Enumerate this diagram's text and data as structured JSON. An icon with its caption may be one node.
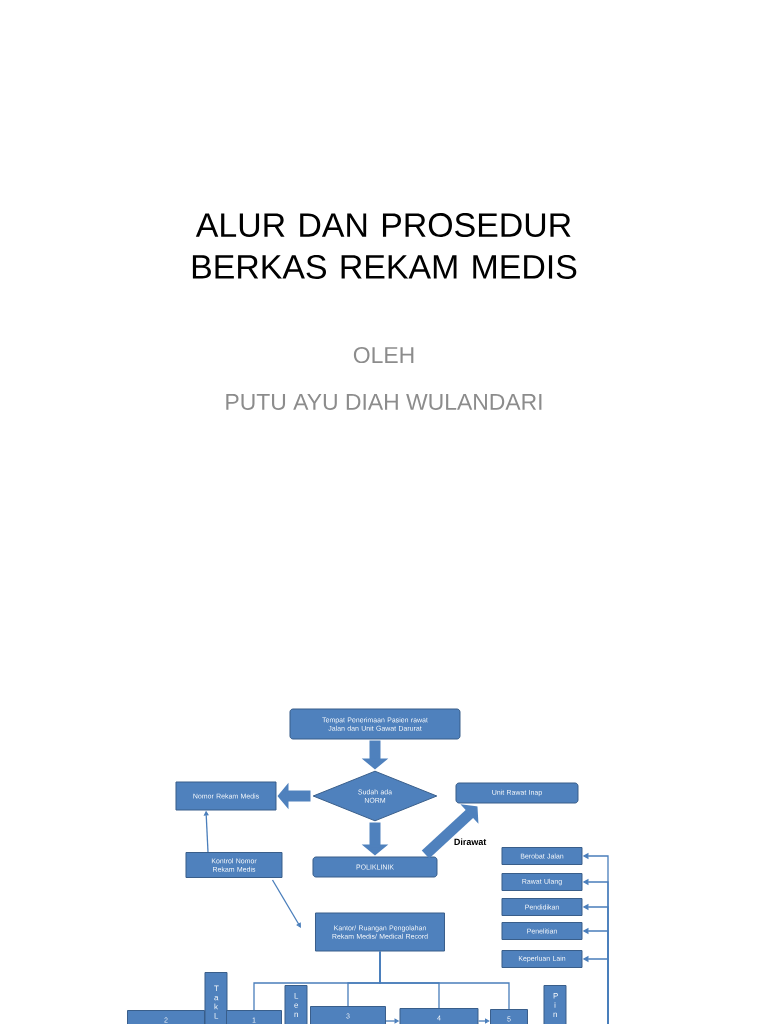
{
  "diagram": {
    "title": "ALUR DAN PROSEDUR BERKAS REKAM MEDIS",
    "nodes": [
      {
        "text": [
          "Tempat Penerimaan Pasien rawat Jalan dan Unit Gawat Darurat"
        ]
      },
      {
        "text": [
          "Sudah ada NORM"
        ]
      },
      {
        "text": [
          "Nomor Rekam Medis"
        ]
      },
      {
        "text": [
          "Unit Rawat Inap"
        ]
      },
      {
        "text": [
          "POLIKLINIK"
        ]
      },
      {
        "text": [
          "Kontrol Nomor Rekam Medis"
        ]
      },
      {
        "text": [
          "Kantor/ Ruangan Pengolahan Rekam Medis/ Medical Record"
        ]
      },
      {
        "text": [
          "Berobat Jalan"
        ]
      },
      {
        "text": [
          "Rawat Ulang"
        ]
      },
      {
        "text": [
          "Pendidikan"
        ]
      },
      {
        "text": [
          "Penelitian"
        ]
      },
      {
        "text": [
          "Keperluan Lain"
        ]
      },
      {
        "text": [
          "2"
        ]
      },
      {
        "text": [
          "T a k L"
        ]
      },
      {
        "text": [
          "1"
        ]
      },
      {
        "text": [
          "L e n"
        ]
      },
      {
        "text": [
          "3"
        ]
      },
      {
        "text": [
          "4"
        ]
      },
      {
        "text": [
          "5"
        ]
      },
      {
        "text": [
          "P i n"
        ]
      }
    ],
    "edges": [
      {
        "from": 0,
        "to": 1,
        "arrow": "to",
        "style": "thick"
      },
      {
        "from": 1,
        "to": 2,
        "arrow": "to",
        "style": "thick"
      },
      {
        "from": 1,
        "to": 4,
        "arrow": "to",
        "style": "thick"
      },
      {
        "from": 4,
        "to": 3,
        "arrow": "to",
        "style": "thick",
        "label": "Dirawat"
      },
      {
        "from": 5,
        "to": 2,
        "arrow": "to"
      },
      {
        "from": 5,
        "to": 6,
        "arrow": "to"
      },
      {
        "from": null,
        "to": 7,
        "arrow": "to"
      },
      {
        "from": null,
        "to": 8,
        "arrow": "to"
      },
      {
        "from": null,
        "to": 9,
        "arrow": "to"
      },
      {
        "from": null,
        "to": 10,
        "arrow": "to"
      },
      {
        "from": null,
        "to": 11,
        "arrow": "to"
      },
      {
        "from": 6,
        "to": 14,
        "arrow": "none"
      },
      {
        "from": 6,
        "to": 16,
        "arrow": "none"
      },
      {
        "from": 6,
        "to": 17,
        "arrow": "none"
      },
      {
        "from": 6,
        "to": 18,
        "arrow": "none"
      },
      {
        "from": 16,
        "to": 17,
        "arrow": "to"
      },
      {
        "from": 17,
        "to": 18,
        "arrow": "to"
      }
    ],
    "labels": [
      "OLEH",
      "PUTU AYU DIAH WULANDARI"
    ]
  }
}
